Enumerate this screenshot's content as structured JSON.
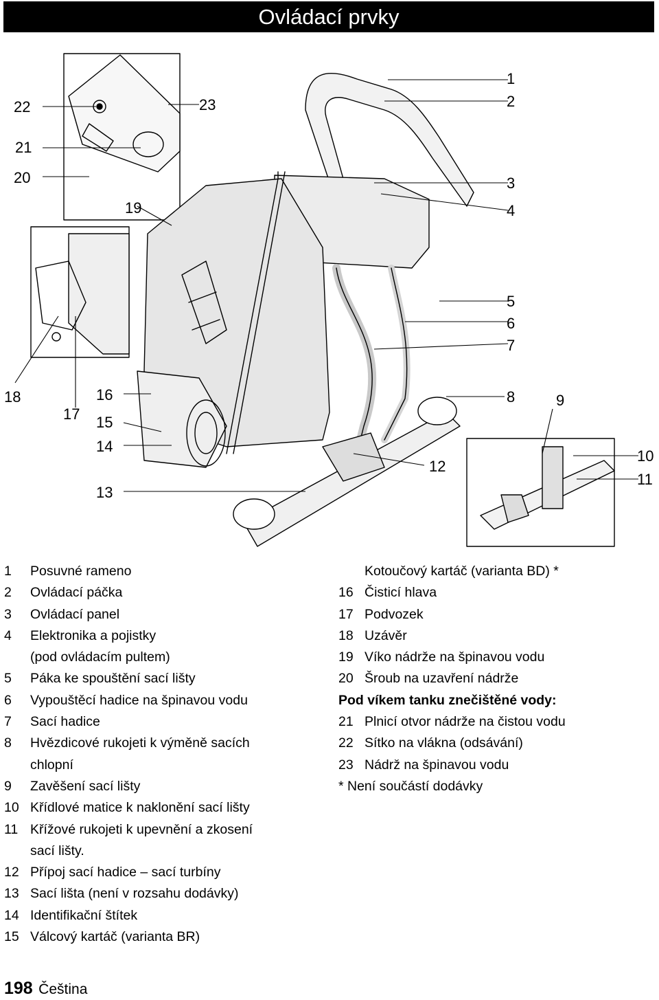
{
  "header": {
    "title": "Ovládací prvky"
  },
  "callouts": [
    "1",
    "2",
    "3",
    "4",
    "5",
    "6",
    "7",
    "8",
    "9",
    "10",
    "11",
    "12",
    "13",
    "14",
    "15",
    "16",
    "17",
    "18",
    "19",
    "20",
    "21",
    "22",
    "23"
  ],
  "legend_left": [
    {
      "num": "1",
      "text": "Posuvné rameno"
    },
    {
      "num": "2",
      "text": "Ovládací páčka"
    },
    {
      "num": "3",
      "text": "Ovládací panel"
    },
    {
      "num": "4",
      "text": "Elektronika a pojistky"
    },
    {
      "num": "",
      "text": "(pod ovládacím pultem)"
    },
    {
      "num": "5",
      "text": "Páka ke spouštění sací lišty"
    },
    {
      "num": "6",
      "text": "Vypouštěcí hadice na špinavou vodu"
    },
    {
      "num": "7",
      "text": "Sací hadice"
    },
    {
      "num": "8",
      "text": "Hvězdicové rukojeti k výměně sacích"
    },
    {
      "num": "",
      "text": "chlopní"
    },
    {
      "num": "9",
      "text": "Zavěšení sací lišty"
    },
    {
      "num": "10",
      "text": "Křídlové matice k naklonění sací lišty"
    },
    {
      "num": "11",
      "text": "Křížové rukojeti k upevnění a zkosení"
    },
    {
      "num": "",
      "text": "sací lišty."
    },
    {
      "num": "12",
      "text": "Přípoj sací hadice – sací turbíny"
    },
    {
      "num": "13",
      "text": "Sací lišta (není v rozsahu dodávky)"
    },
    {
      "num": "14",
      "text": "Identifikační štítek"
    },
    {
      "num": "15",
      "text": "Válcový kartáč (varianta BR)"
    }
  ],
  "legend_right": [
    {
      "num": "",
      "text": "Kotoučový kartáč (varianta BD) *"
    },
    {
      "num": "16",
      "text": "Čisticí hlava"
    },
    {
      "num": "17",
      "text": "Podvozek"
    },
    {
      "num": "18",
      "text": "Uzávěr"
    },
    {
      "num": "19",
      "text": "Víko nádrže na špinavou vodu"
    },
    {
      "num": "20",
      "text": "Šroub na uzavření nádrže"
    }
  ],
  "legend_right_heading": "Pod víkem tanku znečištěné vody:",
  "legend_right_b": [
    {
      "num": "21",
      "text": "Plnicí otvor nádrže na čistou vodu"
    },
    {
      "num": "22",
      "text": "Sítko na vlákna (odsávání)"
    },
    {
      "num": "23",
      "text": "Nádrž na špinavou vodu"
    }
  ],
  "legend_right_note": "* Není součástí dodávky",
  "footer": {
    "page": "198",
    "language": "Čeština"
  }
}
